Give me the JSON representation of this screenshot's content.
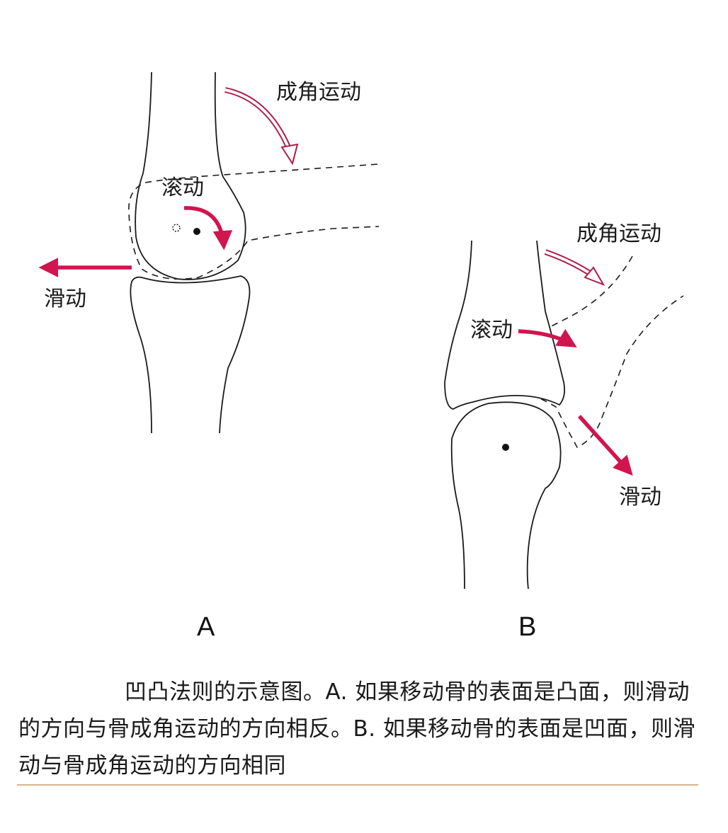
{
  "colors": {
    "accent": "#d0154f",
    "hollow_arrow": "#b01c47",
    "rule": "#d9b48f"
  },
  "panel_a": {
    "label": "A",
    "angular": "成角运动",
    "roll": "滚动",
    "glide": "滑动"
  },
  "panel_b": {
    "label": "B",
    "angular": "成角运动",
    "roll": "滚动",
    "glide": "滑动"
  },
  "caption": "凹凸法则的示意图。A. 如果移动骨的表面是凸面，则滑动的方向与骨成角运动的方向相反。B. 如果移动骨的表面是凹面，则滑动与骨成角运动的方向相同"
}
